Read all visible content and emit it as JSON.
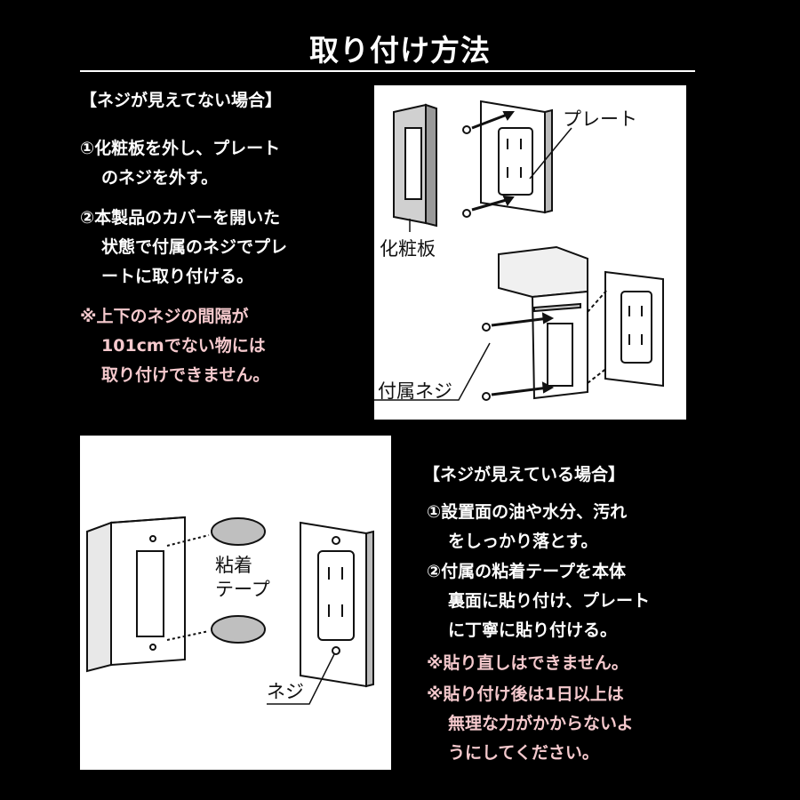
{
  "title": "取り付け方法",
  "section1": {
    "heading": "【ネジが見えてない場合】",
    "step1": [
      "①化粧板を外し、プレート",
      "のネジを外す。"
    ],
    "step2": [
      "②本製品のカバーを開いた",
      "状態で付属のネジでプレ",
      "ートに取り付ける。"
    ],
    "note": [
      "※上下のネジの間隔が",
      "101cmでない物には",
      "取り付けできません。"
    ]
  },
  "diagram1": {
    "label_plate": "プレート",
    "label_cover_plate": "化粧板",
    "label_included_screw": "付属ネジ"
  },
  "section2": {
    "heading": "【ネジが見えている場合】",
    "step1": [
      "①設置面の油や水分、汚れ",
      "をしっかり落とす。"
    ],
    "step2": [
      "②付属の粘着テープを本体",
      "裏面に貼り付け、プレート",
      "に丁寧に貼り付ける。"
    ],
    "note1": "※貼り直しはできません。",
    "note2": [
      "※貼り付け後は1日以上は",
      "無理な力がかからないよ",
      "うにしてください。"
    ]
  },
  "diagram2": {
    "label_tape": [
      "粘着",
      "テープ"
    ],
    "label_screw": "ネジ"
  },
  "colors": {
    "background": "#000000",
    "text": "#ffffff",
    "note": "#f5c9cd",
    "panel": "#ffffff"
  }
}
